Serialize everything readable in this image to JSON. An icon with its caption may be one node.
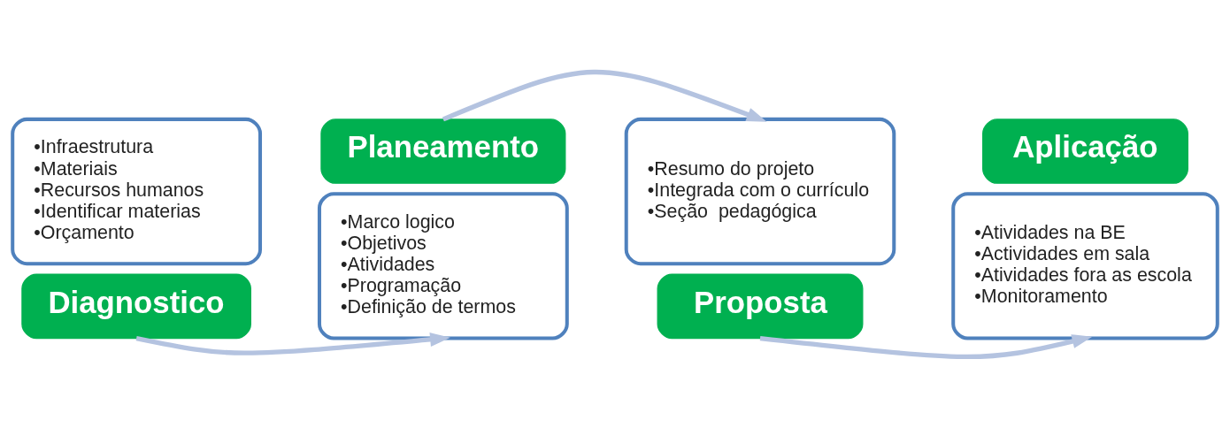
{
  "diagram": {
    "nodes": [
      {
        "text": [
          "•Infraestrutura",
          "•Materiais",
          "•Recursos humanos",
          "•Identificar materias",
          "•Orçamento"
        ]
      },
      {
        "text": [
          "Diagnostico"
        ]
      },
      {
        "text": [
          "Planeamento"
        ]
      },
      {
        "text": [
          "•Marco logico",
          "•Objetivos",
          "•Atividades",
          "•Programação",
          "•Definição de termos"
        ]
      },
      {
        "text": [
          "•Resumo do projeto",
          "•Integrada com o currículo",
          "•Seção  pedagógica"
        ]
      },
      {
        "text": [
          "Proposta"
        ]
      },
      {
        "text": [
          "Aplicação"
        ]
      },
      {
        "text": [
          "•Atividades na BE",
          "•Actividades em sala",
          "•Atividades fora as escola",
          "•Monitoramento"
        ]
      }
    ],
    "edges": [
      {
        "from": 1,
        "to": 3,
        "arrow": "to"
      },
      {
        "from": 2,
        "to": 4,
        "arrow": "to"
      },
      {
        "from": 5,
        "to": 7,
        "arrow": "to"
      }
    ]
  }
}
